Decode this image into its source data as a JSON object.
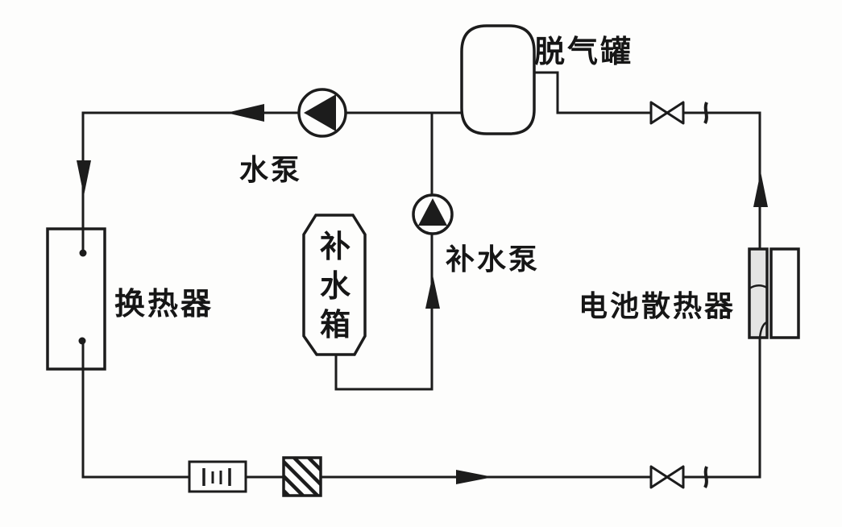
{
  "diagram": {
    "labels": {
      "degassing_tank": "脱气罐",
      "water_pump": "水泵",
      "makeup_pump": "补水泵",
      "makeup_tank": "补水箱",
      "heat_exchanger": "换热器",
      "battery_radiator": "电池散热器"
    },
    "colors": {
      "line": "#1c1c1c",
      "background": "#fdfdfc",
      "radiator_shade": "#e4e4e3"
    }
  }
}
